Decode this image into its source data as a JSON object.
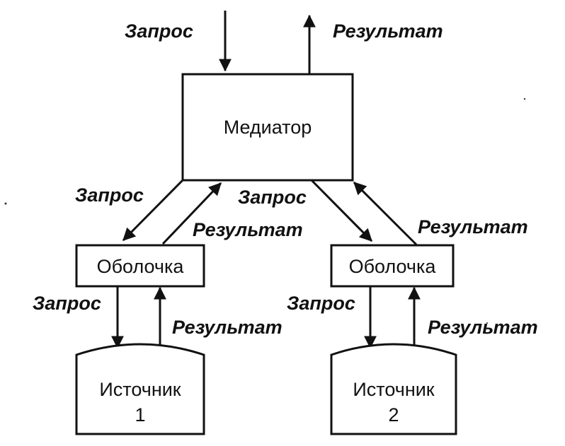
{
  "mediator": {
    "label": "Медиатор"
  },
  "wrappers": [
    {
      "label": "Оболочка"
    },
    {
      "label": "Оболочка"
    }
  ],
  "sources": [
    {
      "label_line1": "Источник",
      "label_line2": "1"
    },
    {
      "label_line1": "Источник",
      "label_line2": "2"
    }
  ],
  "flows": {
    "query_label": "Запрос",
    "result_label": "Результат"
  }
}
